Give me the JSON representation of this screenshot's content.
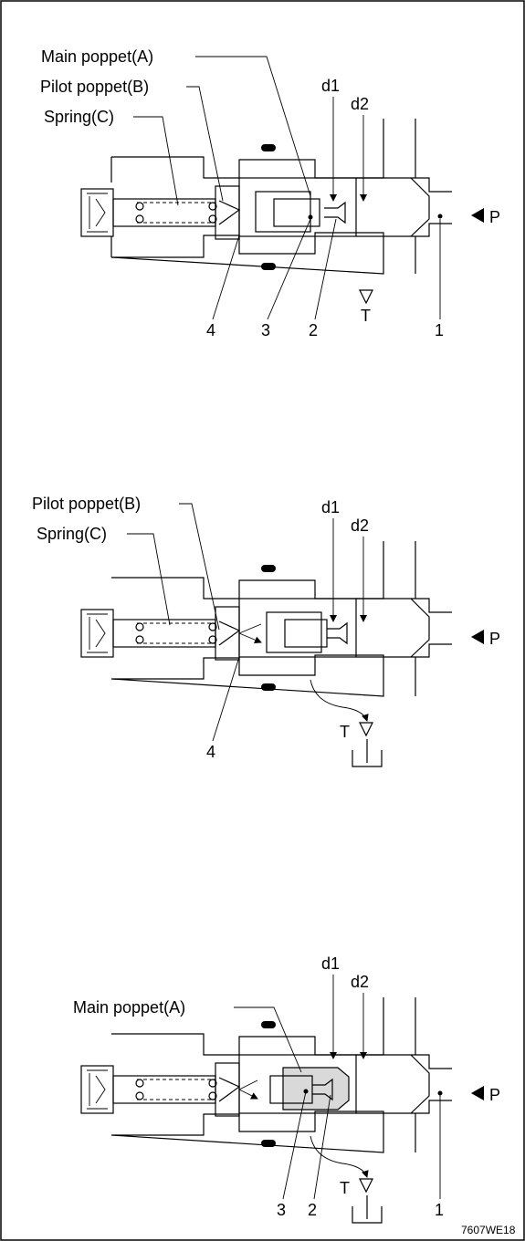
{
  "figure_code": "7607WE18",
  "panels": [
    {
      "labels": {
        "main_poppet": "Main poppet(A)",
        "pilot_poppet": "Pilot poppet(B)",
        "spring": "Spring(C)",
        "d1": "d1",
        "d2": "d2",
        "port_p": "P",
        "port_t": "T"
      },
      "numbers": [
        "4",
        "3",
        "2",
        "1"
      ]
    },
    {
      "labels": {
        "pilot_poppet": "Pilot poppet(B)",
        "spring": "Spring(C)",
        "d1": "d1",
        "d2": "d2",
        "port_p": "P",
        "port_t": "T"
      },
      "numbers": [
        "4"
      ]
    },
    {
      "labels": {
        "main_poppet": "Main poppet(A)",
        "d1": "d1",
        "d2": "d2",
        "port_p": "P",
        "port_t": "T"
      },
      "numbers": [
        "3",
        "2",
        "1"
      ]
    }
  ]
}
